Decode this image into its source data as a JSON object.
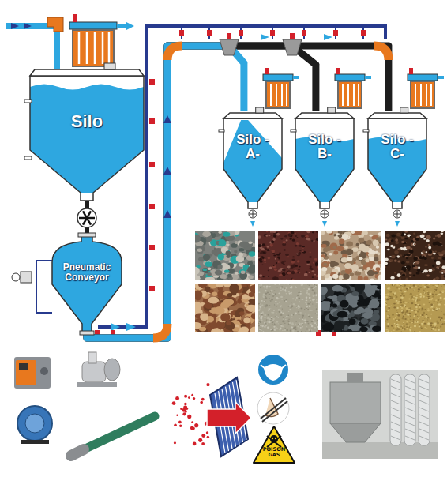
{
  "diagram": {
    "nodes": [
      {
        "text": [
          "Silo"
        ]
      },
      {
        "text": [
          "Pneumatic Conveyor"
        ]
      },
      {
        "text": [
          "Silo -A-"
        ]
      },
      {
        "text": [
          "Silo -B-"
        ]
      },
      {
        "text": [
          "Silo -C-"
        ]
      }
    ],
    "edges": [
      {
        "from": 0,
        "to": 1,
        "arrow": "none"
      },
      {
        "from": 1,
        "to": 2,
        "arrow": "none"
      },
      {
        "from": 1,
        "to": 3,
        "arrow": "none"
      },
      {
        "from": 1,
        "to": 4,
        "arrow": "none"
      }
    ],
    "labels": [
      "POISON GAS"
    ]
  }
}
